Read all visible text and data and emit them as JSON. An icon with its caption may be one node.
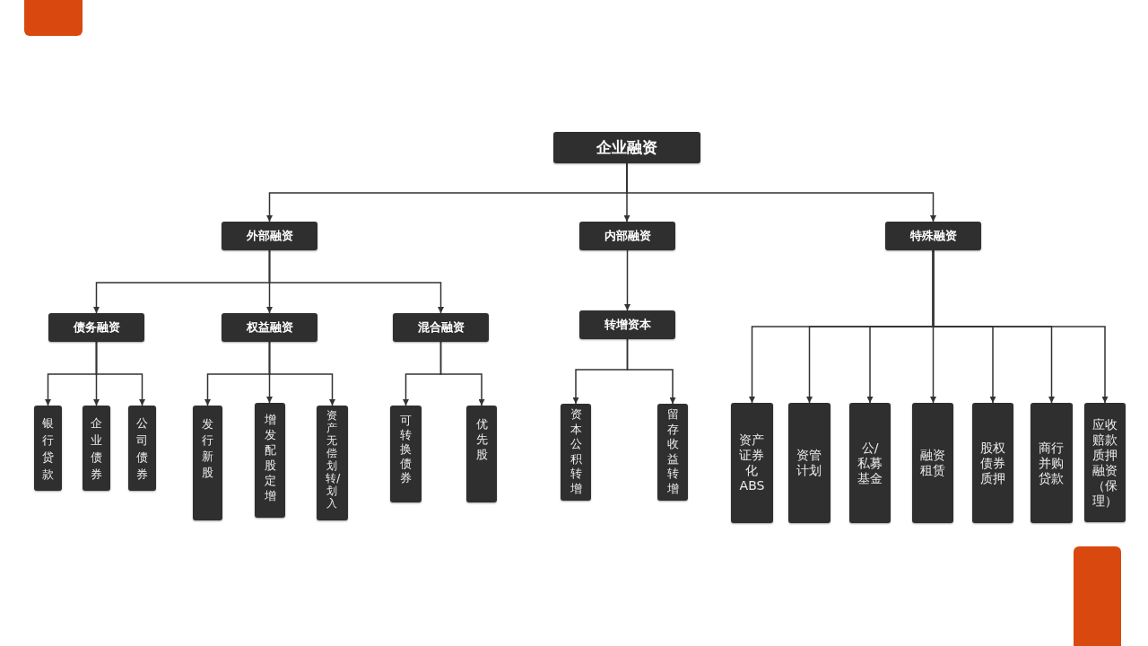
{
  "diagram": {
    "nodes": [
      {
        "text": [
          "企业融资"
        ]
      },
      {
        "text": [
          "外部融资"
        ]
      },
      {
        "text": [
          "内部融资"
        ]
      },
      {
        "text": [
          "特殊融资"
        ]
      },
      {
        "text": [
          "债务融资"
        ]
      },
      {
        "text": [
          "权益融资"
        ]
      },
      {
        "text": [
          "混合融资"
        ]
      },
      {
        "text": [
          "转增资本"
        ]
      },
      {
        "text": [
          "银行贷款"
        ]
      },
      {
        "text": [
          "企业债券"
        ]
      },
      {
        "text": [
          "公司债券"
        ]
      },
      {
        "text": [
          "发行新股"
        ]
      },
      {
        "text": [
          "增发配股定增"
        ]
      },
      {
        "text": [
          "资产无偿划转/划入"
        ]
      },
      {
        "text": [
          "可转换债券"
        ]
      },
      {
        "text": [
          "优先股"
        ]
      },
      {
        "text": [
          "资本公积转增"
        ]
      },
      {
        "text": [
          "留存收益转增"
        ]
      },
      {
        "text": [
          "资产证券化ABS"
        ]
      },
      {
        "text": [
          "资管计划"
        ]
      },
      {
        "text": [
          "公/私募基金"
        ]
      },
      {
        "text": [
          "融资租赁"
        ]
      },
      {
        "text": [
          "股权债券质押"
        ]
      },
      {
        "text": [
          "商行并购贷款"
        ]
      },
      {
        "text": [
          "应收赔款质押融资（保理）"
        ]
      }
    ],
    "edges": [
      {
        "from": 0,
        "to": 1,
        "arrow": "to"
      },
      {
        "from": 0,
        "to": 2,
        "arrow": "to"
      },
      {
        "from": 0,
        "to": 3,
        "arrow": "to"
      },
      {
        "from": 1,
        "to": 4,
        "arrow": "to"
      },
      {
        "from": 1,
        "to": 5,
        "arrow": "to"
      },
      {
        "from": 1,
        "to": 6,
        "arrow": "to"
      },
      {
        "from": 2,
        "to": 7,
        "arrow": "to"
      },
      {
        "from": 4,
        "to": 8,
        "arrow": "to"
      },
      {
        "from": 4,
        "to": 9,
        "arrow": "to"
      },
      {
        "from": 4,
        "to": 10,
        "arrow": "to"
      },
      {
        "from": 5,
        "to": 11,
        "arrow": "to"
      },
      {
        "from": 5,
        "to": 12,
        "arrow": "to"
      },
      {
        "from": 5,
        "to": 13,
        "arrow": "to"
      },
      {
        "from": 6,
        "to": 14,
        "arrow": "to"
      },
      {
        "from": 6,
        "to": 15,
        "arrow": "to"
      },
      {
        "from": 7,
        "to": 16,
        "arrow": "to"
      },
      {
        "from": 7,
        "to": 17,
        "arrow": "to"
      },
      {
        "from": 3,
        "to": 18,
        "arrow": "to"
      },
      {
        "from": 3,
        "to": 19,
        "arrow": "to"
      },
      {
        "from": 3,
        "to": 20,
        "arrow": "to"
      },
      {
        "from": 3,
        "to": 21,
        "arrow": "to"
      },
      {
        "from": 3,
        "to": 22,
        "arrow": "to"
      },
      {
        "from": 3,
        "to": 23,
        "arrow": "to"
      },
      {
        "from": 3,
        "to": 24,
        "arrow": "to"
      }
    ]
  }
}
